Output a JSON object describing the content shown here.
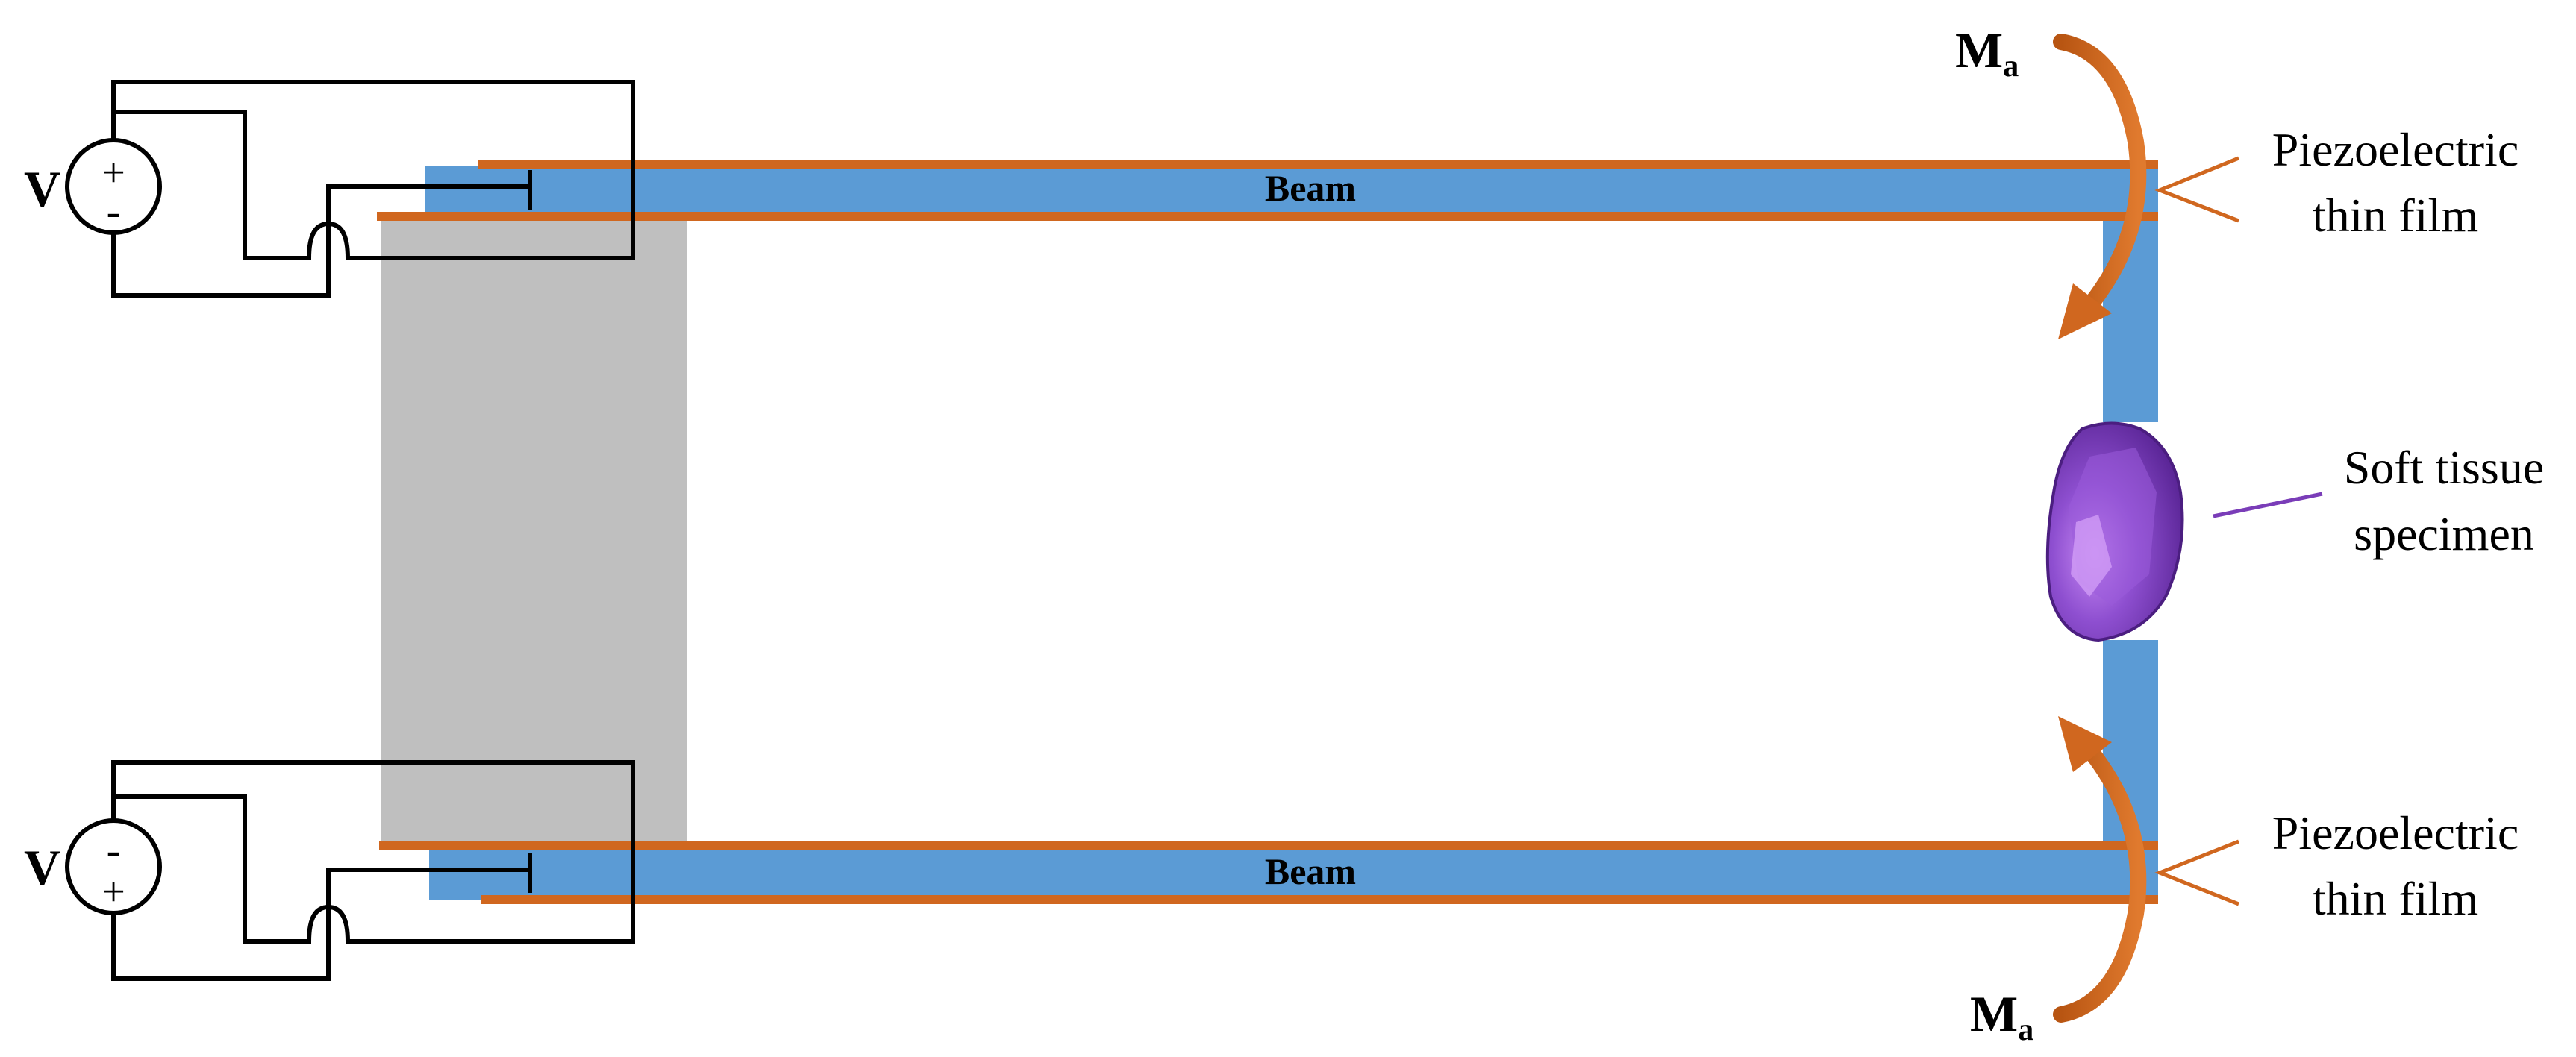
{
  "beam_label_top": "Beam",
  "beam_label_bottom": "Beam",
  "film_label_top": [
    "Piezoelectric",
    "thin film"
  ],
  "film_label_bottom": [
    "Piezoelectric",
    "thin film"
  ],
  "specimen_label": [
    "Soft tissue",
    "specimen"
  ],
  "moment_label_top": {
    "main": "M",
    "sub": "a"
  },
  "moment_label_bottom": {
    "main": "M",
    "sub": "a"
  },
  "source_top": {
    "label": "V",
    "upper_sign": "+",
    "lower_sign": "-"
  },
  "source_bottom": {
    "label": "V",
    "upper_sign": "-",
    "lower_sign": "+"
  },
  "colors": {
    "beam": "#5B9BD5",
    "piezo_film": "#D0671F",
    "clamp": "#BFBFBF",
    "specimen": "#7A3DB8",
    "wire": "#000000"
  }
}
